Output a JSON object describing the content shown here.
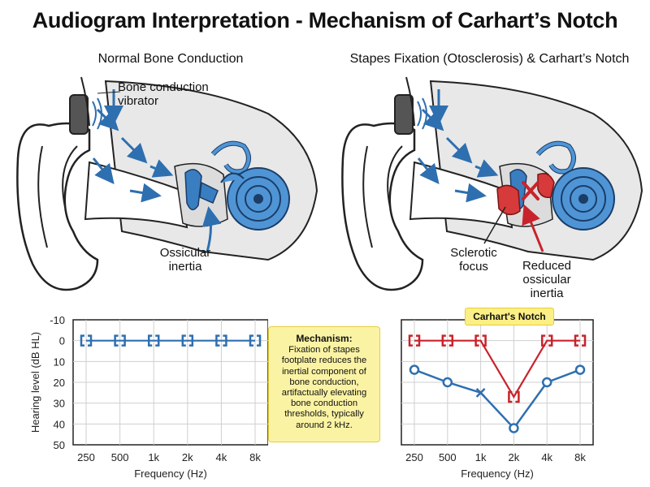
{
  "title": "Audiogram Interpretation - Mechanism of Carhart’s Notch",
  "left_panel": {
    "subtitle": "Normal Bone Conduction",
    "vibrator_label_line1": "Bone conduction",
    "vibrator_label_line2": "vibrator",
    "inertia_label_line1": "Ossicular",
    "inertia_label_line2": "inertia"
  },
  "right_panel": {
    "subtitle": "Stapes Fixation (Otosclerosis) & Carhart’s Notch",
    "sclerotic_line1": "Sclerotic",
    "sclerotic_line2": "focus",
    "reduced_line1": "Reduced",
    "reduced_line2": "ossicular",
    "reduced_line3": "inertia"
  },
  "mechanism": {
    "title": "Mechanism:",
    "lines": [
      "Fixation of stapes",
      "footplate reduces the",
      "inertial component of",
      "bone conduction,",
      "artifactually elevating",
      "bone conduction",
      "thresholds, typically",
      "around 2 kHz."
    ]
  },
  "notch_label": "Carhart's Notch",
  "colors": {
    "blue": "#2e6fb0",
    "red": "#c8232c",
    "grid": "#cfcfcf",
    "highlight": "#fbf3a4"
  },
  "chart_data": [
    {
      "type": "line",
      "ylabel": "Hearing level (dB HL)",
      "xlabel": "Frequency (Hz)",
      "x_categories": [
        "250",
        "500",
        "1k",
        "2k",
        "4k",
        "8k"
      ],
      "y_ticks": [
        "-10",
        "0",
        "10",
        "20",
        "30",
        "40",
        "50"
      ],
      "ylim": [
        -10,
        50
      ],
      "y_inverted": true,
      "grid": true,
      "series": [
        {
          "symbol": "bracket",
          "color": "#2e6fb0",
          "values": [
            0,
            0,
            0,
            0,
            0,
            0
          ]
        }
      ]
    },
    {
      "type": "line",
      "xlabel": "Frequency (Hz)",
      "x_categories": [
        "250",
        "500",
        "1k",
        "2k",
        "4k",
        "8k"
      ],
      "ylim": [
        -10,
        50
      ],
      "y_inverted": true,
      "grid": true,
      "series": [
        {
          "symbol": "bracket",
          "color": "#c8232c",
          "values": [
            0,
            0,
            0,
            27,
            0,
            0
          ]
        },
        {
          "symbol": "circle-cross",
          "color": "#2e6fb0",
          "values": [
            14,
            20,
            25,
            42,
            20,
            14
          ]
        }
      ]
    }
  ]
}
